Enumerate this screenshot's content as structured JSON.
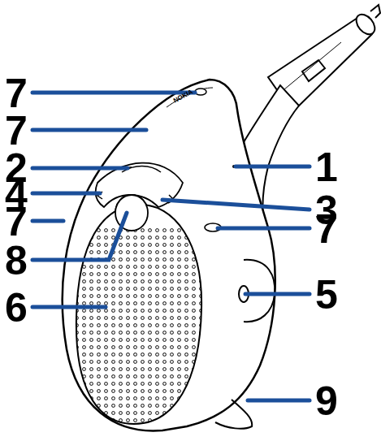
{
  "diagram": {
    "labels": [
      "7",
      "NOKIA",
      "7",
      "2",
      "1",
      "4",
      "3",
      "7",
      "7",
      "8",
      "6",
      "5",
      "9"
    ]
  }
}
